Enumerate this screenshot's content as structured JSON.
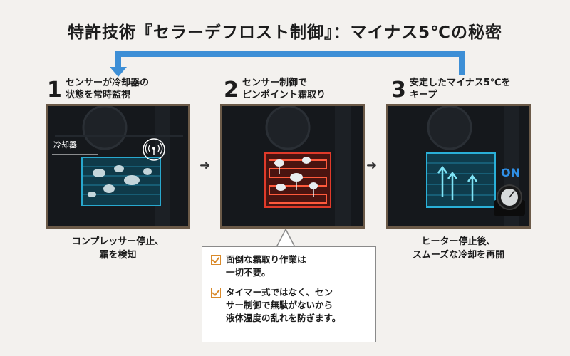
{
  "title": "特許技術『セラーデフロスト制御』：マイナス5℃の秘密",
  "steps": [
    {
      "number": "1",
      "label_lines": [
        "センサーが冷却器の",
        "状態を常時監視"
      ],
      "panel_label": "冷却器",
      "caption_lines": [
        "コンプレッサー停止、",
        "霜を検知"
      ]
    },
    {
      "number": "2",
      "label_lines": [
        "センサー制御で",
        "ピンポイント霜取り"
      ],
      "caption_lines": []
    },
    {
      "number": "3",
      "label_lines": [
        "安定したマイナス5℃を",
        "キープ"
      ],
      "panel_badge": "ON",
      "caption_lines": [
        "ヒーター停止後、",
        "スムーズな冷却を再開"
      ]
    }
  ],
  "callout": {
    "items": [
      {
        "lines": [
          "面倒な霜取り作業は",
          "一切不要。"
        ]
      },
      {
        "lines": [
          "タイマー式ではなく、セン",
          "サー制御で無駄がないから",
          "液体温度の乱れを防ぎます。"
        ]
      }
    ]
  },
  "colors": {
    "flow_arrow": "#3d8fd6",
    "panel_border": "#6b5a48",
    "cool_glow": "#2ab0d8",
    "heat_glow": "#e03a2a",
    "check": "#d98a2b",
    "on_badge": "#2f8fe6"
  },
  "icons": [
    "sensor-wifi-icon",
    "right-arrow-icon",
    "checkbox-icon",
    "thermostat-dial-icon",
    "up-arrow-icon"
  ]
}
